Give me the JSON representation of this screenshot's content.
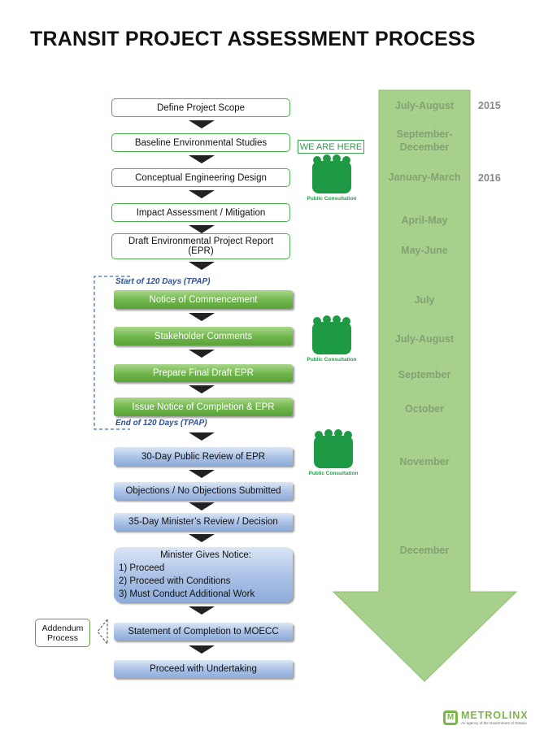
{
  "title": "TRANSIT PROJECT ASSESSMENT PROCESS",
  "steps": [
    "Define Project Scope",
    "Baseline Environmental Studies",
    "Conceptual Engineering Design",
    "Impact Assessment / Mitigation",
    "Draft Environmental Project Report (EPR)",
    "Notice of Commencement",
    "Stakeholder Comments",
    "Prepare Final Draft EPR",
    "Issue Notice of Completion & EPR",
    "30-Day Public Review of EPR",
    "Objections / No Objections Submitted",
    "35-Day Minister’s Review / Decision",
    "Statement of Completion to MOECC",
    "Proceed with Undertaking"
  ],
  "minister": {
    "heading": "Minister Gives Notice:",
    "options": [
      "1) Proceed",
      "2) Proceed with Conditions",
      "3) Must Conduct Additional Work"
    ]
  },
  "notes": {
    "start": "Start of  120 Days (TPAP)",
    "end": "End of 120 Days (TPAP)"
  },
  "addendum": "Addendum Process",
  "we_are_here": "WE ARE HERE",
  "public_consultation": "Public Consultation",
  "timeline": [
    "July-August",
    "September-December",
    "January-March",
    "April-May",
    "May-June",
    "July",
    "July-August",
    "September",
    "October",
    "November",
    "December"
  ],
  "years": [
    "2015",
    "2016"
  ],
  "logo": {
    "name": "METROLINX",
    "tagline": "An agency of the Government of Ontario"
  },
  "colors": {
    "green": "#5aa23a",
    "blue": "#8eacd9",
    "arrow": "#a8d08d"
  }
}
